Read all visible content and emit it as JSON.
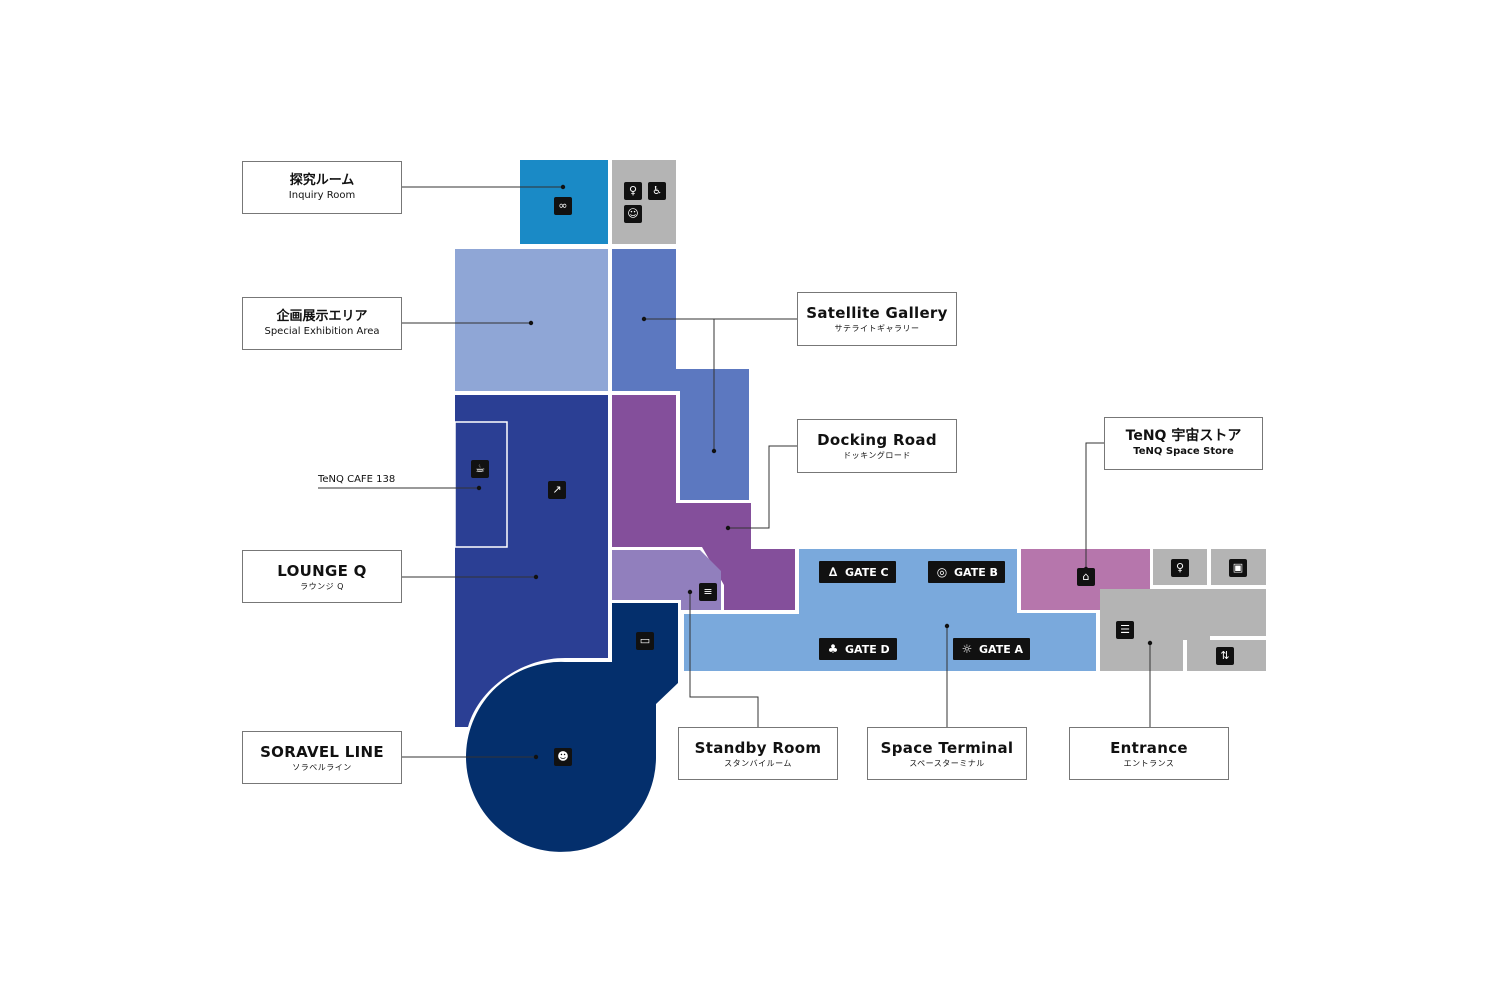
{
  "labels": {
    "inquiry": {
      "ja": "探究ルーム",
      "en": "Inquiry Room"
    },
    "special": {
      "ja": "企画展示エリア",
      "en": "Special Exhibition Area"
    },
    "cafe": "TeNQ CAFE 138",
    "lounge": {
      "en": "LOUNGE Q",
      "ja": "ラウンジ Q"
    },
    "soravel": {
      "en": "SORAVEL LINE",
      "ja": "ソラベルライン"
    },
    "satellite": {
      "en": "Satellite Gallery",
      "ja": "サテライトギャラリー"
    },
    "docking": {
      "en": "Docking Road",
      "ja": "ドッキングロード"
    },
    "store": {
      "en": "TeNQ 宇宙ストア",
      "ja": "TeNQ Space Store"
    },
    "standby": {
      "en": "Standby Room",
      "ja": "スタンバイルーム"
    },
    "terminal": {
      "en": "Space Terminal",
      "ja": "スペースターミナル"
    },
    "entrance": {
      "en": "Entrance",
      "ja": "エントランス"
    }
  },
  "gates": {
    "c": "GATE C",
    "b": "GATE B",
    "d": "GATE D",
    "a": "GATE A"
  },
  "colors": {
    "inquiry": "#1a8ac6",
    "special": "#8fa6d6",
    "satellite": "#5c78c0",
    "lounge": "#2b3f94",
    "docking": "#844f9b",
    "standby": "#917fbd",
    "terminal": "#7aa9dc",
    "store": "#b676ac",
    "soravel": "#042f6c",
    "service": "#b4b4b4"
  },
  "icons": {
    "inquiry": "goggles-icon",
    "toilet": "restroom-icon",
    "wheelchair": "wheelchair-icon",
    "nursing": "nursing-room-icon",
    "cafe": "coffee-icon",
    "lounge": "lounge-chair-icon",
    "standby": "waiting-icon",
    "vr": "vr-goggles-icon",
    "soravel": "astronaut-icon",
    "store": "gift-icon",
    "entrance_ticket": "ticket-icon",
    "locker": "locker-icon",
    "elevator": "elevator-icon",
    "camera": "camera-icon"
  }
}
